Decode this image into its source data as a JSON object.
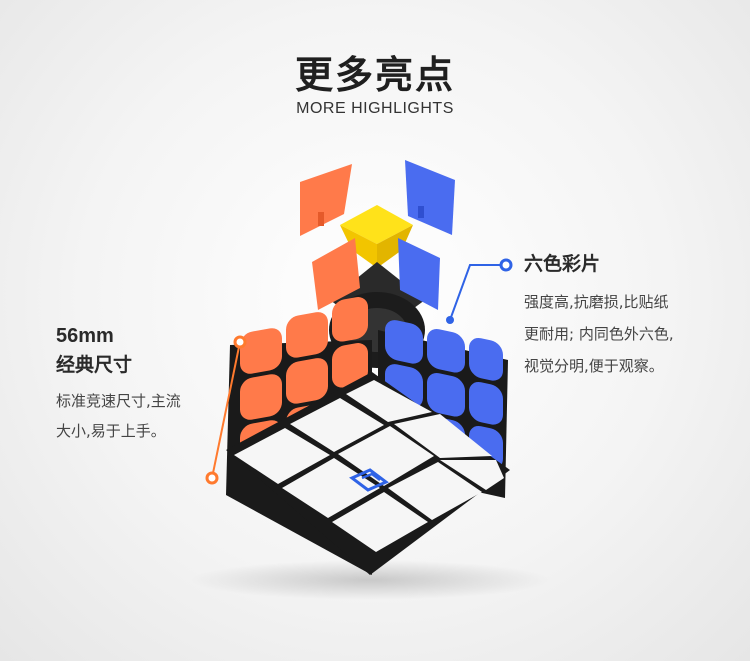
{
  "header": {
    "title": "更多亮点",
    "subtitle": "MORE HIGHLIGHTS"
  },
  "left_callout": {
    "size": "56mm",
    "name": "经典尺寸",
    "desc_lines": [
      "标准竞速尺寸,主流",
      "大小,易于上手。"
    ],
    "accent_color": "#ff7a2e"
  },
  "right_callout": {
    "name": "六色彩片",
    "desc_lines": [
      "强度高,抗磨损,比贴纸",
      "更耐用; 内同色外六色,",
      "视觉分明,便于观察。"
    ],
    "accent_color": "#2f63e6"
  },
  "cube": {
    "colors": {
      "orange": "#ff7a4a",
      "blue": "#4a6cf0",
      "white": "#f6f6f6",
      "yellow": "#ffe21a",
      "core": "#222222"
    },
    "logo_icon": "gan-logo-icon"
  }
}
